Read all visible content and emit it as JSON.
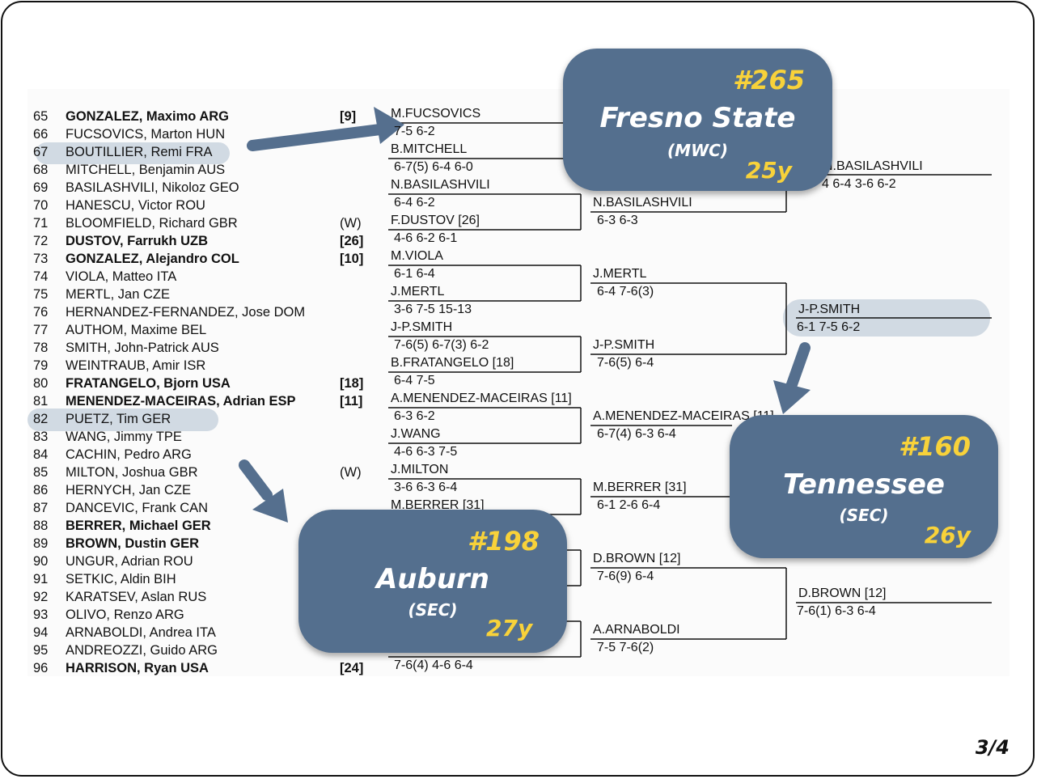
{
  "players": [
    {
      "num": "65",
      "name": "GONZALEZ, Maximo ARG",
      "tag": "[9]",
      "bold": true
    },
    {
      "num": "66",
      "name": "FUCSOVICS, Marton HUN",
      "tag": "",
      "bold": false
    },
    {
      "num": "67",
      "name": "BOUTILLIER, Remi FRA",
      "tag": "",
      "bold": false
    },
    {
      "num": "68",
      "name": "MITCHELL, Benjamin AUS",
      "tag": "",
      "bold": false
    },
    {
      "num": "69",
      "name": "BASILASHVILI, Nikoloz GEO",
      "tag": "",
      "bold": false
    },
    {
      "num": "70",
      "name": "HANESCU, Victor ROU",
      "tag": "",
      "bold": false
    },
    {
      "num": "71",
      "name": "BLOOMFIELD, Richard GBR",
      "tag": "(W)",
      "bold": false
    },
    {
      "num": "72",
      "name": "DUSTOV, Farrukh UZB",
      "tag": "[26]",
      "bold": true
    },
    {
      "num": "73",
      "name": "GONZALEZ, Alejandro COL",
      "tag": "[10]",
      "bold": true
    },
    {
      "num": "74",
      "name": "VIOLA, Matteo ITA",
      "tag": "",
      "bold": false
    },
    {
      "num": "75",
      "name": "MERTL, Jan CZE",
      "tag": "",
      "bold": false
    },
    {
      "num": "76",
      "name": "HERNANDEZ-FERNANDEZ, Jose DOM",
      "tag": "",
      "bold": false
    },
    {
      "num": "77",
      "name": "AUTHOM, Maxime BEL",
      "tag": "",
      "bold": false
    },
    {
      "num": "78",
      "name": "SMITH, John-Patrick AUS",
      "tag": "",
      "bold": false
    },
    {
      "num": "79",
      "name": "WEINTRAUB, Amir ISR",
      "tag": "",
      "bold": false
    },
    {
      "num": "80",
      "name": "FRATANGELO, Bjorn USA",
      "tag": "[18]",
      "bold": true
    },
    {
      "num": "81",
      "name": "MENENDEZ-MACEIRAS, Adrian ESP",
      "tag": "[11]",
      "bold": true
    },
    {
      "num": "82",
      "name": "PUETZ, Tim GER",
      "tag": "",
      "bold": false
    },
    {
      "num": "83",
      "name": "WANG, Jimmy TPE",
      "tag": "",
      "bold": false
    },
    {
      "num": "84",
      "name": "CACHIN, Pedro ARG",
      "tag": "",
      "bold": false
    },
    {
      "num": "85",
      "name": "MILTON, Joshua GBR",
      "tag": "(W)",
      "bold": false
    },
    {
      "num": "86",
      "name": "HERNYCH, Jan CZE",
      "tag": "",
      "bold": false
    },
    {
      "num": "87",
      "name": "DANCEVIC, Frank CAN",
      "tag": "",
      "bold": false
    },
    {
      "num": "88",
      "name": "BERRER, Michael GER",
      "tag": "",
      "bold": true
    },
    {
      "num": "89",
      "name": "BROWN, Dustin GER",
      "tag": "",
      "bold": true
    },
    {
      "num": "90",
      "name": "UNGUR, Adrian ROU",
      "tag": "",
      "bold": false
    },
    {
      "num": "91",
      "name": "SETKIC, Aldin BIH",
      "tag": "",
      "bold": false
    },
    {
      "num": "92",
      "name": "KARATSEV, Aslan RUS",
      "tag": "",
      "bold": false
    },
    {
      "num": "93",
      "name": "OLIVO, Renzo ARG",
      "tag": "",
      "bold": false
    },
    {
      "num": "94",
      "name": "ARNABOLDI, Andrea ITA",
      "tag": "",
      "bold": false
    },
    {
      "num": "95",
      "name": "ANDREOZZI, Guido ARG",
      "tag": "",
      "bold": false
    },
    {
      "num": "96",
      "name": "HARRISON, Ryan USA",
      "tag": "[24]",
      "bold": true
    }
  ],
  "round2": [
    {
      "winner": "M.FUCSOVICS",
      "score": "7-5 6-2"
    },
    {
      "winner": "B.MITCHELL",
      "score": "6-7(5) 6-4 6-0"
    },
    {
      "winner": "N.BASILASHVILI",
      "score": "6-4 6-2"
    },
    {
      "winner": "F.DUSTOV [26]",
      "score": "4-6 6-2 6-1"
    },
    {
      "winner": "M.VIOLA",
      "score": "6-1 6-4"
    },
    {
      "winner": "J.MERTL",
      "score": "3-6 7-5 15-13"
    },
    {
      "winner": "J-P.SMITH",
      "score": "7-6(5) 6-7(3) 6-2"
    },
    {
      "winner": "B.FRATANGELO [18]",
      "score": "6-4 7-5"
    },
    {
      "winner": "A.MENENDEZ-MACEIRAS [11]",
      "score": "6-3 6-2"
    },
    {
      "winner": "J.WANG",
      "score": "4-6 6-3 7-5"
    },
    {
      "winner": "J.MILTON",
      "score": "3-6 6-3 6-4"
    },
    {
      "winner": "M.BERRER [31]",
      "score": ""
    },
    {
      "winner": "",
      "score": "7-6(4) 4-6 6-4"
    }
  ],
  "round3": [
    {
      "winner": "N.BASILASHVILI",
      "score": "6-3 6-3"
    },
    {
      "winner": "J.MERTL",
      "score": "6-4 7-6(3)"
    },
    {
      "winner": "J-P.SMITH",
      "score": "7-6(5) 6-4"
    },
    {
      "winner": "A.MENENDEZ-MACEIRAS [11]",
      "score": "6-7(4) 6-3 6-4"
    },
    {
      "winner": "M.BERRER [31]",
      "score": "6-1 2-6 6-4"
    },
    {
      "winner": "D.BROWN [12]",
      "score": "7-6(9) 6-4"
    },
    {
      "winner": "A.ARNABOLDI",
      "score": "7-5 7-6(2)"
    }
  ],
  "round4": [
    {
      "winner": "N.BASILASHVILI",
      "score": "4 6-4 3-6 6-2"
    },
    {
      "winner": "J-P.SMITH",
      "score": "6-1 7-5 6-2"
    },
    {
      "winner": "D.BROWN [12]",
      "score": "7-6(1) 6-3 6-4"
    }
  ],
  "cards": {
    "fresno": {
      "rank": "#265",
      "school": "Fresno State",
      "conf": "(MWC)",
      "age": "25y"
    },
    "tennessee": {
      "rank": "#160",
      "school": "Tennessee",
      "conf": "(SEC)",
      "age": "26y"
    },
    "auburn": {
      "rank": "#198",
      "school": "Auburn",
      "conf": "(SEC)",
      "age": "27y"
    }
  },
  "colors": {
    "card": "#546f8e",
    "accent": "#f8d23a",
    "highlight": "#c9d3de",
    "arrow": "#556f8e"
  },
  "pager": "3/4"
}
